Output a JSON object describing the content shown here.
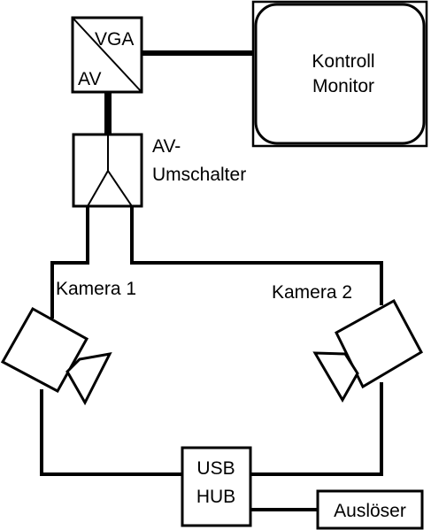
{
  "colors": {
    "stroke": "#000000",
    "background": "#ffffff"
  },
  "converter": {
    "vga_label": "VGA",
    "av_label": "AV"
  },
  "monitor": {
    "line1": "Kontroll",
    "line2": "Monitor"
  },
  "switcher": {
    "line1": "AV-",
    "line2": "Umschalter"
  },
  "camera1": {
    "label": "Kamera 1"
  },
  "camera2": {
    "label": "Kamera 2"
  },
  "usb_hub": {
    "line1": "USB",
    "line2": "HUB"
  },
  "trigger": {
    "label": "Auslöser"
  }
}
